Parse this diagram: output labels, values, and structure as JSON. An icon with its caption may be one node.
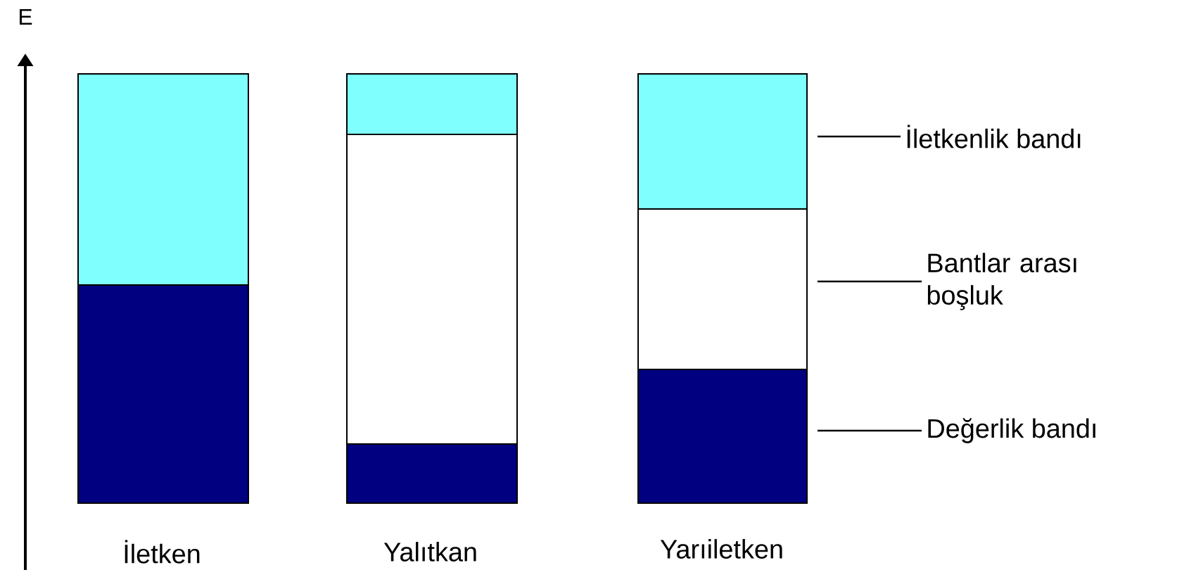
{
  "diagram": {
    "nodes": [
      {
        "text": [],
        "shape": "box"
      },
      {
        "text": [],
        "shape": "box"
      },
      {
        "text": [],
        "shape": "box"
      },
      {
        "text": [],
        "shape": "box"
      },
      {
        "text": [],
        "shape": "box"
      },
      {
        "text": [],
        "shape": "box"
      },
      {
        "text": [],
        "shape": "box"
      },
      {
        "text": [],
        "shape": "box"
      },
      {
        "text": [
          "İletkenlik bandı"
        ]
      },
      {
        "text": [
          "Bantlar arası boşluk"
        ]
      },
      {
        "text": [
          "Değerlik bandı"
        ]
      }
    ],
    "edges": [
      {
        "from": 8,
        "to": 5,
        "arrow": "none"
      },
      {
        "from": 9,
        "to": 6,
        "arrow": "none"
      },
      {
        "from": 10,
        "to": 7,
        "arrow": "none"
      }
    ],
    "labels": [
      "E",
      "İletken",
      "Yalıtkan",
      "Yarıiletken"
    ]
  }
}
